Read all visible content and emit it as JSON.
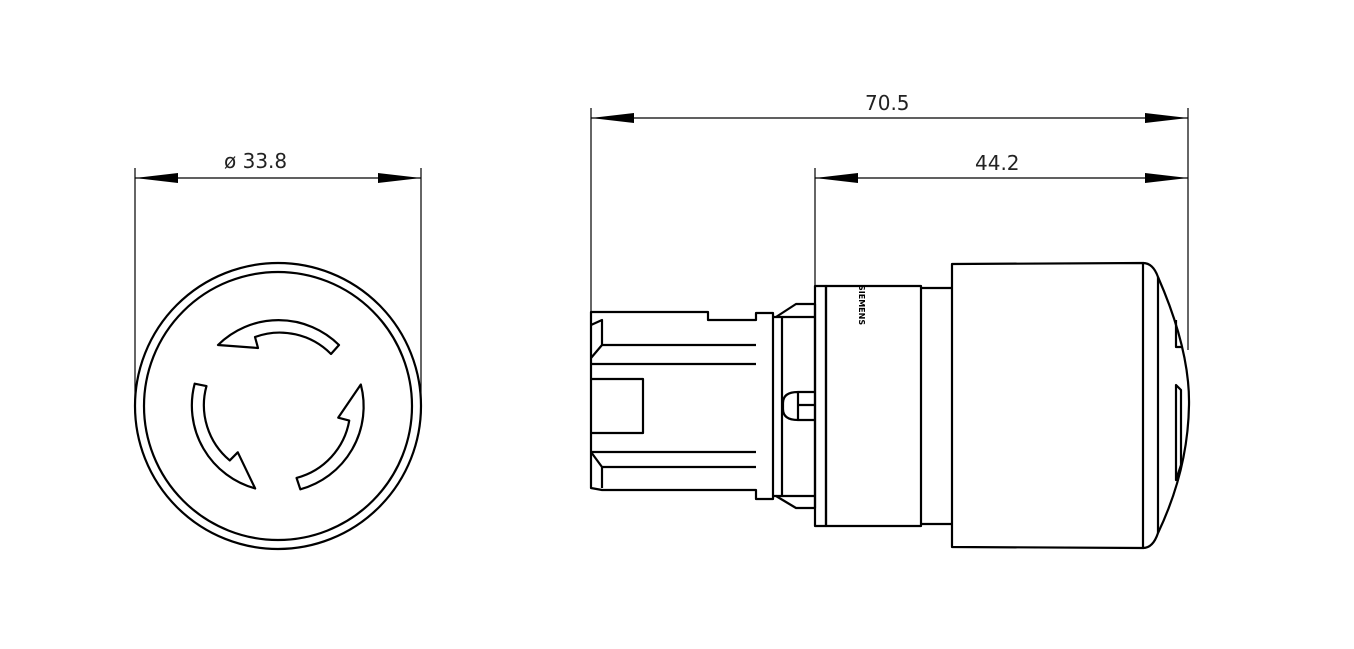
{
  "drawing": {
    "front_view": {
      "dimension_label": "ø 33.8",
      "symbol": "rotation-arrows-icon"
    },
    "side_view": {
      "overall_length_label": "70.5",
      "head_length_label": "44.2",
      "logo_text": "SIEMENS"
    },
    "colors": {
      "line": "#000000",
      "background": "#ffffff"
    }
  }
}
